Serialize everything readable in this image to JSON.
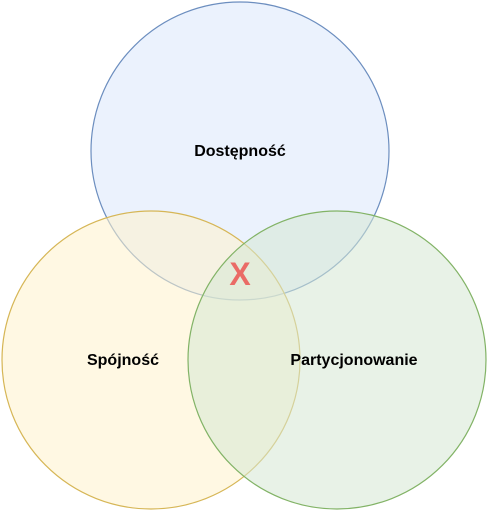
{
  "diagram": {
    "circles": [
      {
        "id": "availability",
        "label": "Dostępność",
        "fill": "#dae8fc",
        "stroke": "#6c8ebf"
      },
      {
        "id": "consistency",
        "label": "Spójność",
        "fill": "#fff2cc",
        "stroke": "#d6b656"
      },
      {
        "id": "partitioning",
        "label": "Partycjonowanie",
        "fill": "#d5e8d4",
        "stroke": "#82b366"
      }
    ],
    "intersection_marker": {
      "text": "X",
      "color": "#ea6b66"
    }
  }
}
